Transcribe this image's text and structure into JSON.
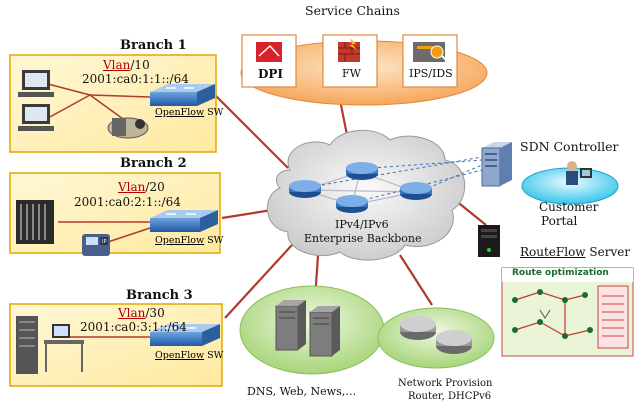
{
  "service_chains": {
    "title": "Service Chains",
    "items": [
      {
        "label": "DPI",
        "icon": "dpi-appliance-icon"
      },
      {
        "label": "FW",
        "icon": "firewall-icon"
      },
      {
        "label": "IPS/IDS",
        "icon": "ips-ids-icon"
      }
    ]
  },
  "branches": [
    {
      "title": "Branch 1",
      "vlan_prefix": "Vlan",
      "vlan_id": "/10",
      "prefix": "2001:ca0:1:1::/64",
      "switch": "OpenFlow SW",
      "switch_u": "OpenFlow",
      "switch_suffix": " SW"
    },
    {
      "title": "Branch 2",
      "vlan_prefix": "Vlan",
      "vlan_id": "/20",
      "prefix": "2001:ca0:2:1::/64",
      "switch": "OpenFlow SW",
      "switch_u": "OpenFlow",
      "switch_suffix": " SW"
    },
    {
      "title": "Branch 3",
      "vlan_prefix": "Vlan",
      "vlan_id": "/30",
      "prefix": "2001:ca0:3:1::/64",
      "switch": "OpenFlow SW",
      "switch_u": "OpenFlow",
      "switch_suffix": " SW"
    }
  ],
  "backbone": {
    "line1": "IPv4/IPv6",
    "line2": "Enterprise Backbone"
  },
  "sdn_controller": "SDN Controller",
  "customer_portal": {
    "line1": "Customer",
    "line2": "Portal"
  },
  "routeflow": {
    "underlined": "RouteFlow",
    "rest": " Server"
  },
  "route_optimization": "Route optimization",
  "dns_caption": "DNS, Web, News,…",
  "netprov_caption": {
    "line1": "Network Provision",
    "line2": "Router, DHCPv6"
  },
  "colors": {
    "link": "#b03a2e",
    "branch_fill": "#fff3c4",
    "branch_border": "#e0a800",
    "ellipse": "#f7b067",
    "green": "#b8df8f"
  }
}
